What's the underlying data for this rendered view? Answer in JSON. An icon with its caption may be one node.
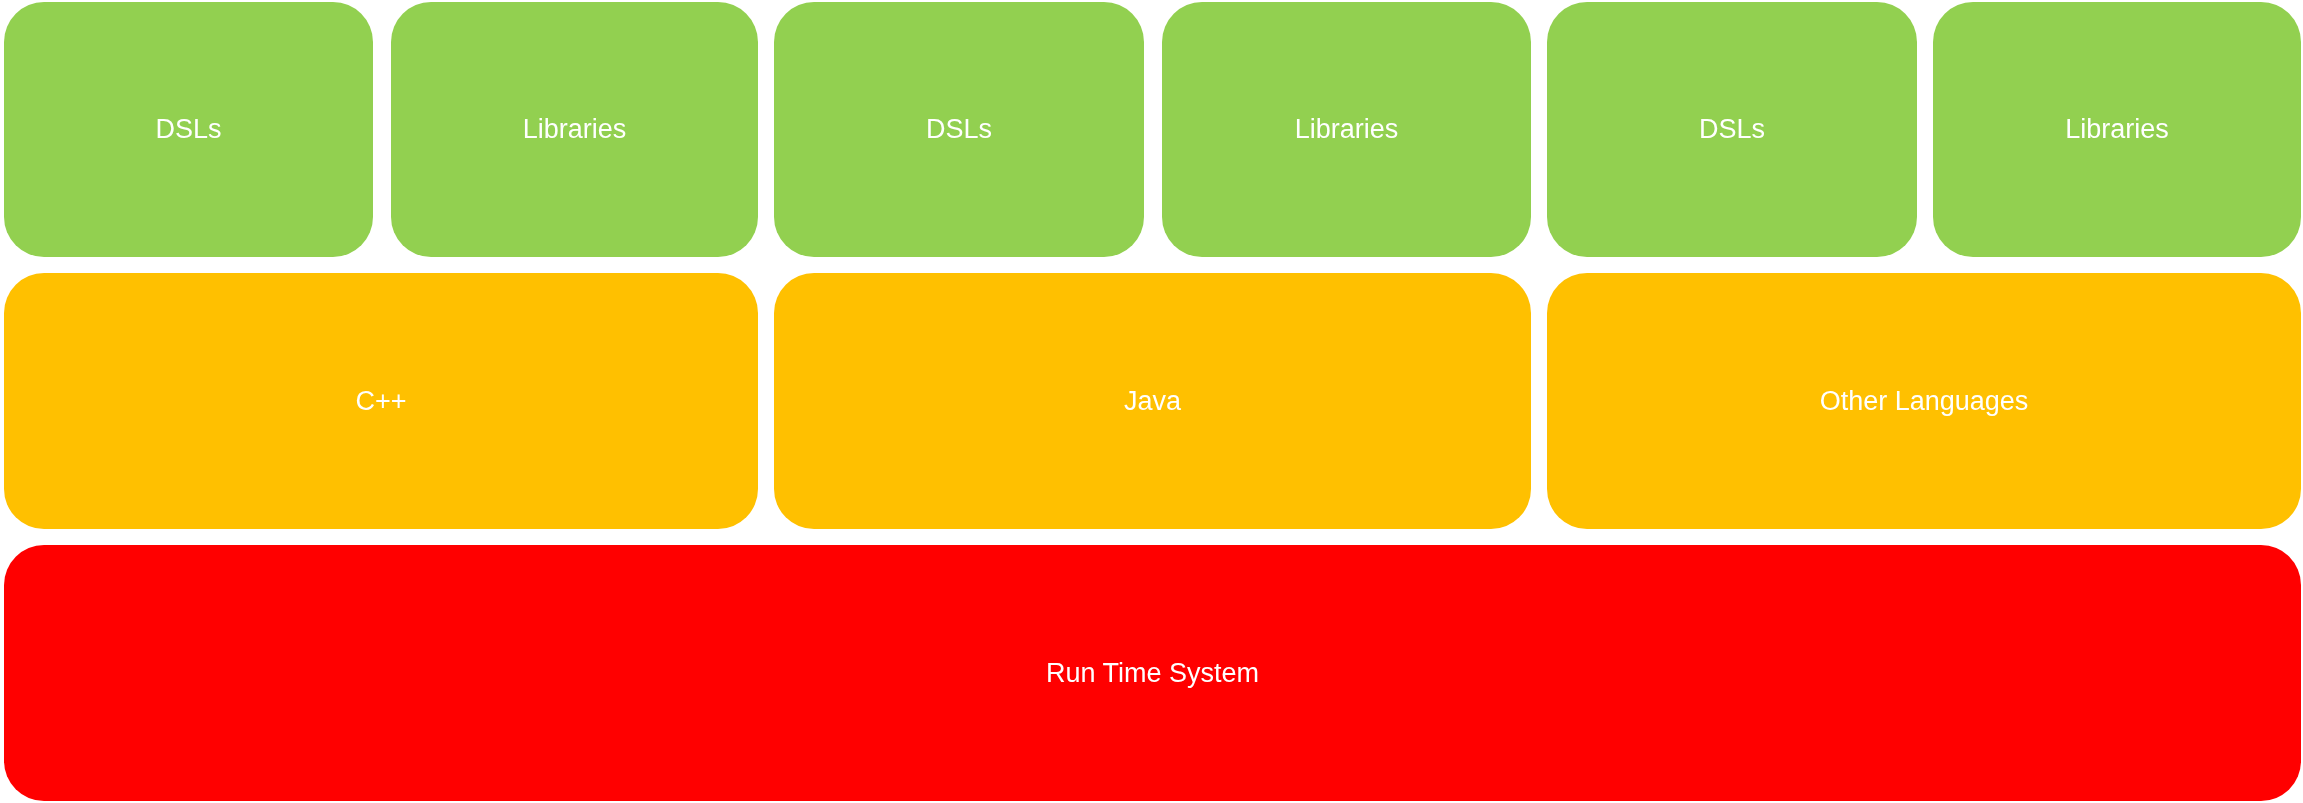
{
  "diagram": {
    "nodes": [
      {
        "text": [
          "DSLs"
        ]
      },
      {
        "text": [
          "Libraries"
        ]
      },
      {
        "text": [
          "DSLs"
        ]
      },
      {
        "text": [
          "Libraries"
        ]
      },
      {
        "text": [
          "DSLs"
        ]
      },
      {
        "text": [
          "Libraries"
        ]
      },
      {
        "text": [
          "C++"
        ]
      },
      {
        "text": [
          "Java"
        ]
      },
      {
        "text": [
          "Other Languages"
        ]
      },
      {
        "text": [
          "Run Time System"
        ]
      }
    ]
  }
}
